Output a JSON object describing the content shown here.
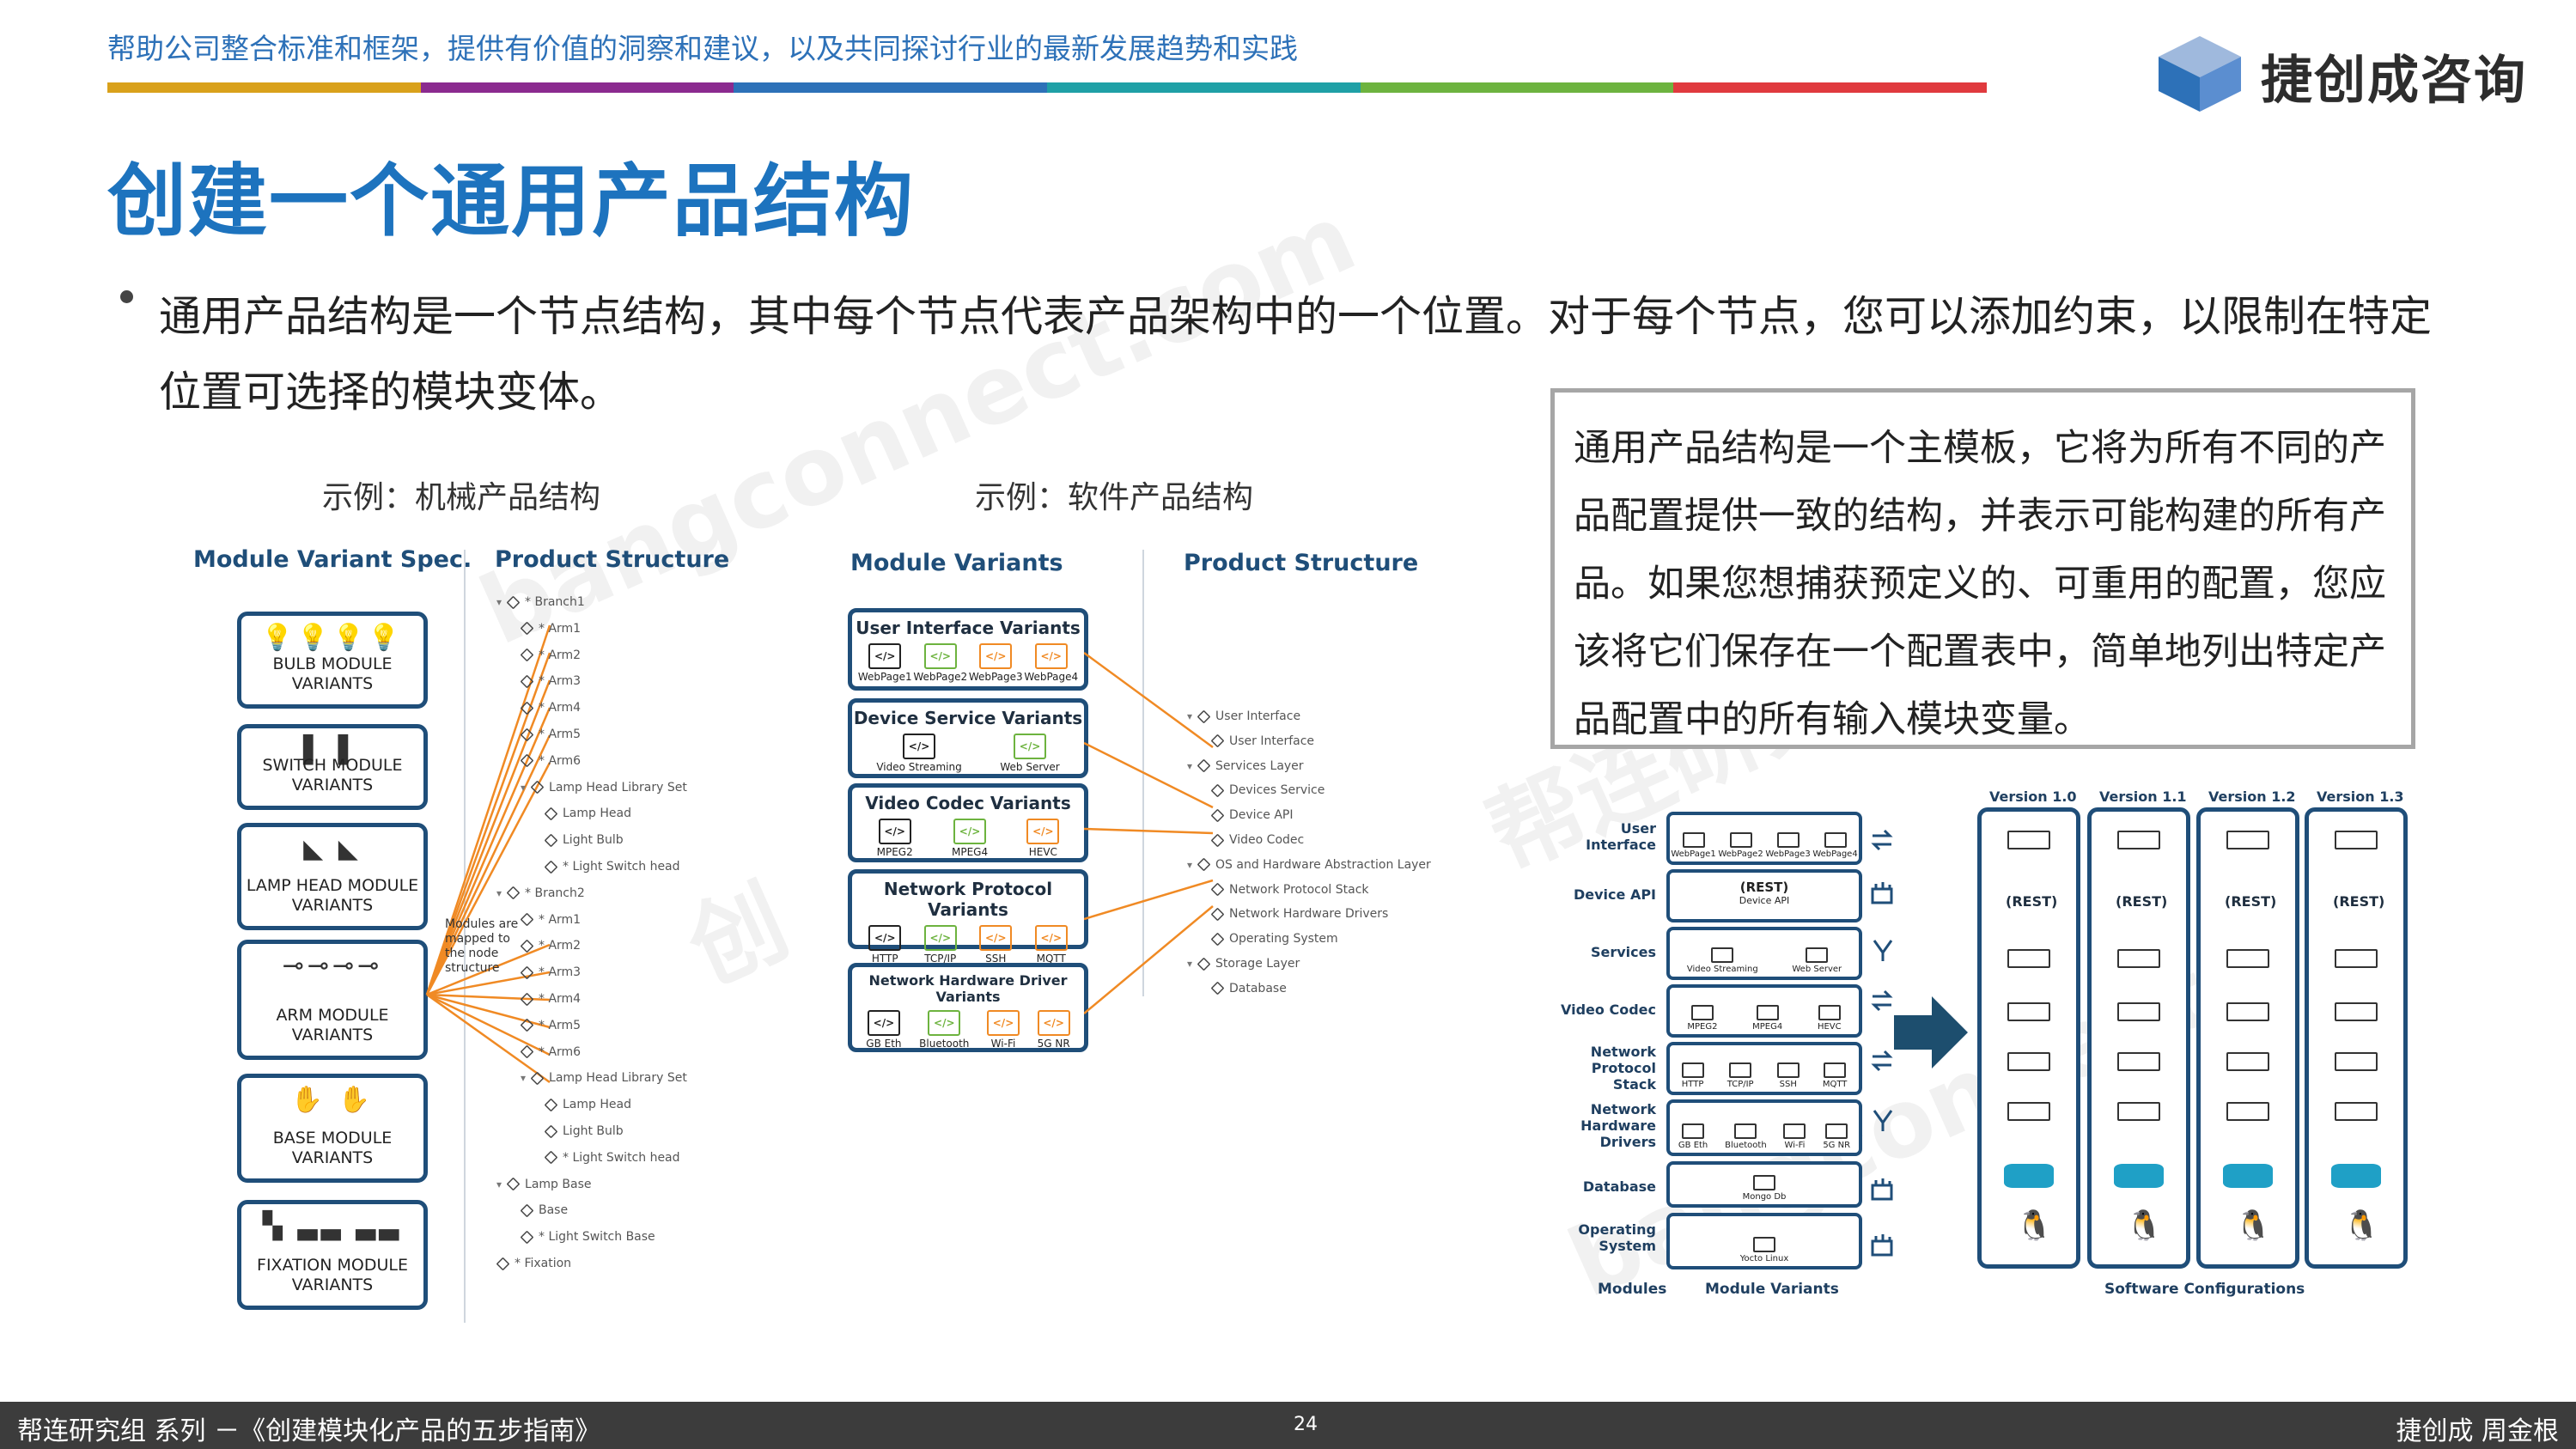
{
  "header": {
    "tagline": "帮助公司整合标准和框架，提供有价值的洞察和建议，以及共同探讨行业的最新发展趋势和实践",
    "logo_text": "捷创成咨询",
    "stripe_colors": [
      "#d9a11b",
      "#8b2a8f",
      "#2d71b8",
      "#1fa0a6",
      "#6db33f",
      "#e03a3e"
    ]
  },
  "title": "创建一个通用产品结构",
  "bullet": "通用产品结构是一个节点结构，其中每个节点代表产品架构中的一个位置。对于每个节点，您可以添加约束，以限制在特定位置可选择的模块变体。",
  "callout": "通用产品结构是一个主模板，它将为所有不同的产品配置提供一致的结构，并表示可能构建的所有产品。如果您想捕获预定义的、可重用的配置，您应该将它们保存在一个配置表中，简单地列出特定产品配置中的所有输入模块变量。",
  "mech": {
    "caption": "示例：机械产品结构",
    "left_head": "Module Variant Spec.",
    "right_head": "Product Structure",
    "modules": [
      "BULB MODULE\nVARIANTS",
      "SWITCH MODULE\nVARIANTS",
      "LAMP HEAD MODULE\nVARIANTS",
      "ARM MODULE\nVARIANTS",
      "BASE MODULE\nVARIANTS",
      "FIXATION MODULE\nVARIANTS"
    ],
    "note": "Modules are mapped to the node structure",
    "tree": [
      {
        "t": "* Branch1",
        "lvl": 0,
        "caret": true
      },
      {
        "t": "* Arm1",
        "lvl": 1
      },
      {
        "t": "* Arm2",
        "lvl": 1
      },
      {
        "t": "* Arm3",
        "lvl": 1
      },
      {
        "t": "* Arm4",
        "lvl": 1
      },
      {
        "t": "* Arm5",
        "lvl": 1
      },
      {
        "t": "* Arm6",
        "lvl": 1
      },
      {
        "t": "Lamp Head Library Set",
        "lvl": 1,
        "caret": true
      },
      {
        "t": "Lamp Head",
        "lvl": 2
      },
      {
        "t": "Light Bulb",
        "lvl": 2
      },
      {
        "t": "* Light Switch head",
        "lvl": 2
      },
      {
        "t": "* Branch2",
        "lvl": 0,
        "caret": true
      },
      {
        "t": "* Arm1",
        "lvl": 1
      },
      {
        "t": "* Arm2",
        "lvl": 1
      },
      {
        "t": "* Arm3",
        "lvl": 1
      },
      {
        "t": "* Arm4",
        "lvl": 1
      },
      {
        "t": "* Arm5",
        "lvl": 1
      },
      {
        "t": "* Arm6",
        "lvl": 1
      },
      {
        "t": "Lamp Head Library Set",
        "lvl": 1,
        "caret": true
      },
      {
        "t": "Lamp Head",
        "lvl": 2
      },
      {
        "t": "Light Bulb",
        "lvl": 2
      },
      {
        "t": "* Light Switch head",
        "lvl": 2
      },
      {
        "t": "Lamp Base",
        "lvl": 0,
        "caret": true
      },
      {
        "t": "Base",
        "lvl": 1
      },
      {
        "t": "* Light Switch Base",
        "lvl": 1
      },
      {
        "t": "* Fixation",
        "lvl": 0
      }
    ]
  },
  "soft": {
    "caption": "示例：软件产品结构",
    "left_head": "Module Variants",
    "right_head": "Product Structure",
    "boxes": [
      {
        "head": "User Interface Variants",
        "items": [
          "WebPage1",
          "WebPage2",
          "WebPage3",
          "WebPage4"
        ]
      },
      {
        "head": "Device Service Variants",
        "items": [
          "Video Streaming",
          "Web Server"
        ]
      },
      {
        "head": "Video Codec Variants",
        "items": [
          "MPEG2",
          "MPEG4",
          "HEVC"
        ]
      },
      {
        "head": "Network Protocol Variants",
        "items": [
          "HTTP",
          "TCP/IP",
          "SSH",
          "MQTT"
        ]
      },
      {
        "head": "Network Hardware Driver Variants",
        "items": [
          "GB Eth",
          "Bluetooth",
          "Wi-Fi",
          "5G NR"
        ]
      }
    ],
    "tree": [
      {
        "t": "User Interface",
        "lvl": 0,
        "caret": true
      },
      {
        "t": "User Interface",
        "lvl": 1
      },
      {
        "t": "Services Layer",
        "lvl": 0,
        "caret": true
      },
      {
        "t": "Devices Service",
        "lvl": 1
      },
      {
        "t": "Device API",
        "lvl": 1
      },
      {
        "t": "Video Codec",
        "lvl": 1
      },
      {
        "t": "OS and Hardware Abstraction Layer",
        "lvl": 0,
        "caret": true
      },
      {
        "t": "Network Protocol Stack",
        "lvl": 1
      },
      {
        "t": "Network Hardware Drivers",
        "lvl": 1
      },
      {
        "t": "Operating System",
        "lvl": 1
      },
      {
        "t": "Storage Layer",
        "lvl": 0,
        "caret": true
      },
      {
        "t": "Database",
        "lvl": 1
      }
    ]
  },
  "config": {
    "row_labels": [
      "User\nInterface",
      "Device API",
      "Services",
      "Video Codec",
      "Network\nProtocol\nStack",
      "Network\nHardware\nDrivers",
      "Database",
      "Operating\nSystem"
    ],
    "rest_label": "(REST)",
    "device_api_sub": "Device API",
    "services_items": [
      "Video Streaming",
      "Web Server"
    ],
    "codec_items": [
      "MPEG2",
      "MPEG4",
      "HEVC"
    ],
    "proto_items": [
      "HTTP",
      "TCP/IP",
      "SSH",
      "MQTT"
    ],
    "hw_items": [
      "GB Eth",
      "Bluetooth",
      "Wi-Fi",
      "5G NR"
    ],
    "db_item": "Mongo Db",
    "os_item": "Yocto Linux",
    "versions": [
      "Version 1.0",
      "Version 1.1",
      "Version 1.2",
      "Version 1.3"
    ],
    "bottom_labels": [
      "Modules",
      "Module Variants",
      "Software Configurations"
    ]
  },
  "footer": {
    "left": "帮连研究组 系列 －《创建模块化产品的五步指南》",
    "page": "24",
    "right": "捷创成 周金根"
  }
}
